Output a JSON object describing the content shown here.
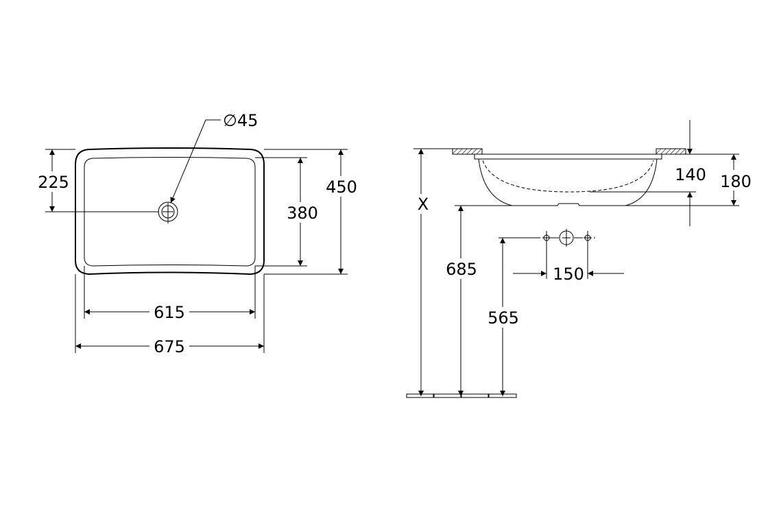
{
  "plan_view": {
    "drain_diameter": "∅45",
    "drain_offset": "225",
    "inner_depth": "380",
    "outer_depth": "450",
    "inner_width": "615",
    "outer_width": "675"
  },
  "side_view": {
    "height_label": "X",
    "bowl_depth": "140",
    "total_height": "180",
    "bottom_height": "685",
    "tap_height": "565",
    "tap_spacing": "150"
  },
  "colors": {
    "line": "#000000",
    "background": "#ffffff"
  }
}
